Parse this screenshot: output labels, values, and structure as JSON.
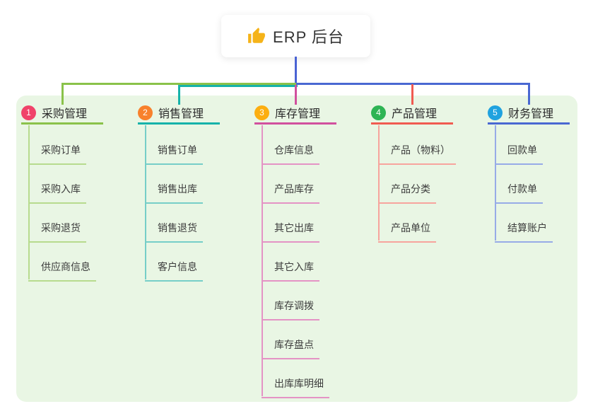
{
  "root": {
    "label": "ERP 后台",
    "icon": "thumbs-up-icon"
  },
  "colors": {
    "canvas_bg": "#ffffff",
    "panel_bg": "#e9f6e4",
    "root_box_bg": "#ffffff",
    "root_text": "#333333",
    "root_connector": "#4a63d4",
    "thumb_icon": "#f5b319"
  },
  "branches": [
    {
      "index": "1",
      "label": "采购管理",
      "line_color": "#8ac24a",
      "child_line_color": "#b7db8e",
      "badge_color": "#f0436a",
      "children": [
        "采购订单",
        "采购入库",
        "采购退货",
        "供应商信息"
      ]
    },
    {
      "index": "2",
      "label": "销售管理",
      "line_color": "#16b3aa",
      "child_line_color": "#76cec8",
      "badge_color": "#f8812c",
      "children": [
        "销售订单",
        "销售出库",
        "销售退货",
        "客户信息"
      ]
    },
    {
      "index": "3",
      "label": "库存管理",
      "line_color": "#d1509e",
      "child_line_color": "#e493c5",
      "badge_color": "#fcae10",
      "children": [
        "仓库信息",
        "产品库存",
        "其它出库",
        "其它入库",
        "库存调拨",
        "库存盘点",
        "出库库明细"
      ]
    },
    {
      "index": "4",
      "label": "产品管理",
      "line_color": "#f05b51",
      "child_line_color": "#f7a49d",
      "badge_color": "#2eb454",
      "children": [
        "产品（物料）",
        "产品分类",
        "产品单位"
      ]
    },
    {
      "index": "5",
      "label": "财务管理",
      "line_color": "#4a68d2",
      "child_line_color": "#97abe7",
      "badge_color": "#20a2df",
      "children": [
        "回款单",
        "付款单",
        "结算账户"
      ]
    }
  ]
}
